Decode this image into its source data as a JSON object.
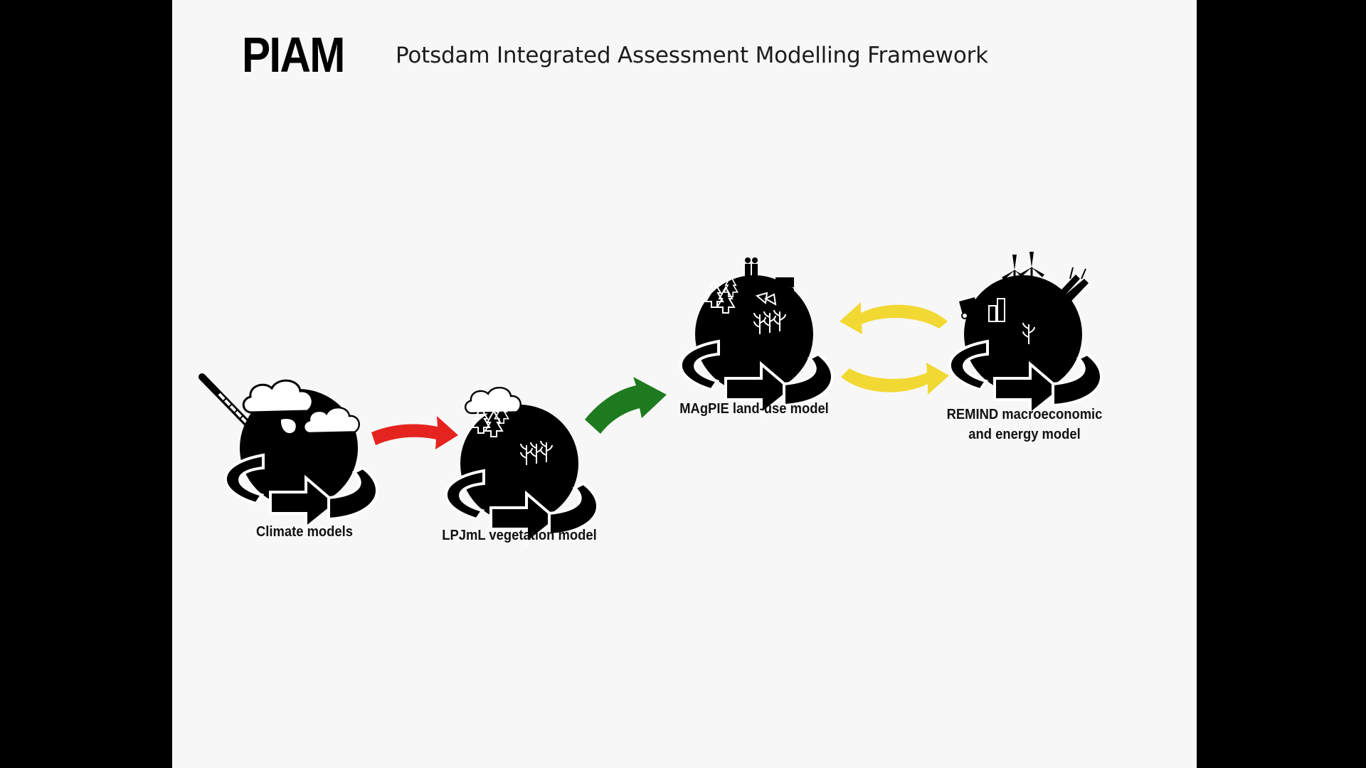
{
  "slide": {
    "title": "PIAM",
    "subtitle": "Potsdam Integrated Assessment Modelling Framework"
  },
  "models": [
    {
      "id": "climate",
      "label": "Climate models"
    },
    {
      "id": "lpjml",
      "label": "LPJmL vegetation model"
    },
    {
      "id": "magpie",
      "label": "MAgPIE land-use model"
    },
    {
      "id": "remind",
      "label_lines": [
        "REMIND macroeconomic",
        "and energy model"
      ]
    }
  ],
  "links": [
    {
      "from": "climate",
      "to": "lpjml",
      "color": "#e52420",
      "direction": "one-way"
    },
    {
      "from": "lpjml",
      "to": "magpie",
      "color": "#1e7a1e",
      "direction": "one-way"
    },
    {
      "from": "magpie",
      "to": "remind",
      "color": "#f2d832",
      "direction": "two-way"
    }
  ],
  "colors": {
    "background": "#000000",
    "slide": "#f7f7f7",
    "globe": "#000000"
  },
  "icons": [
    "thermometer-icon",
    "cloud-icon",
    "tree-icon",
    "crop-icon",
    "people-icon",
    "tractor-icon",
    "cow-icon",
    "wind-turbine-icon",
    "factory-icon",
    "fuel-pump-icon"
  ]
}
